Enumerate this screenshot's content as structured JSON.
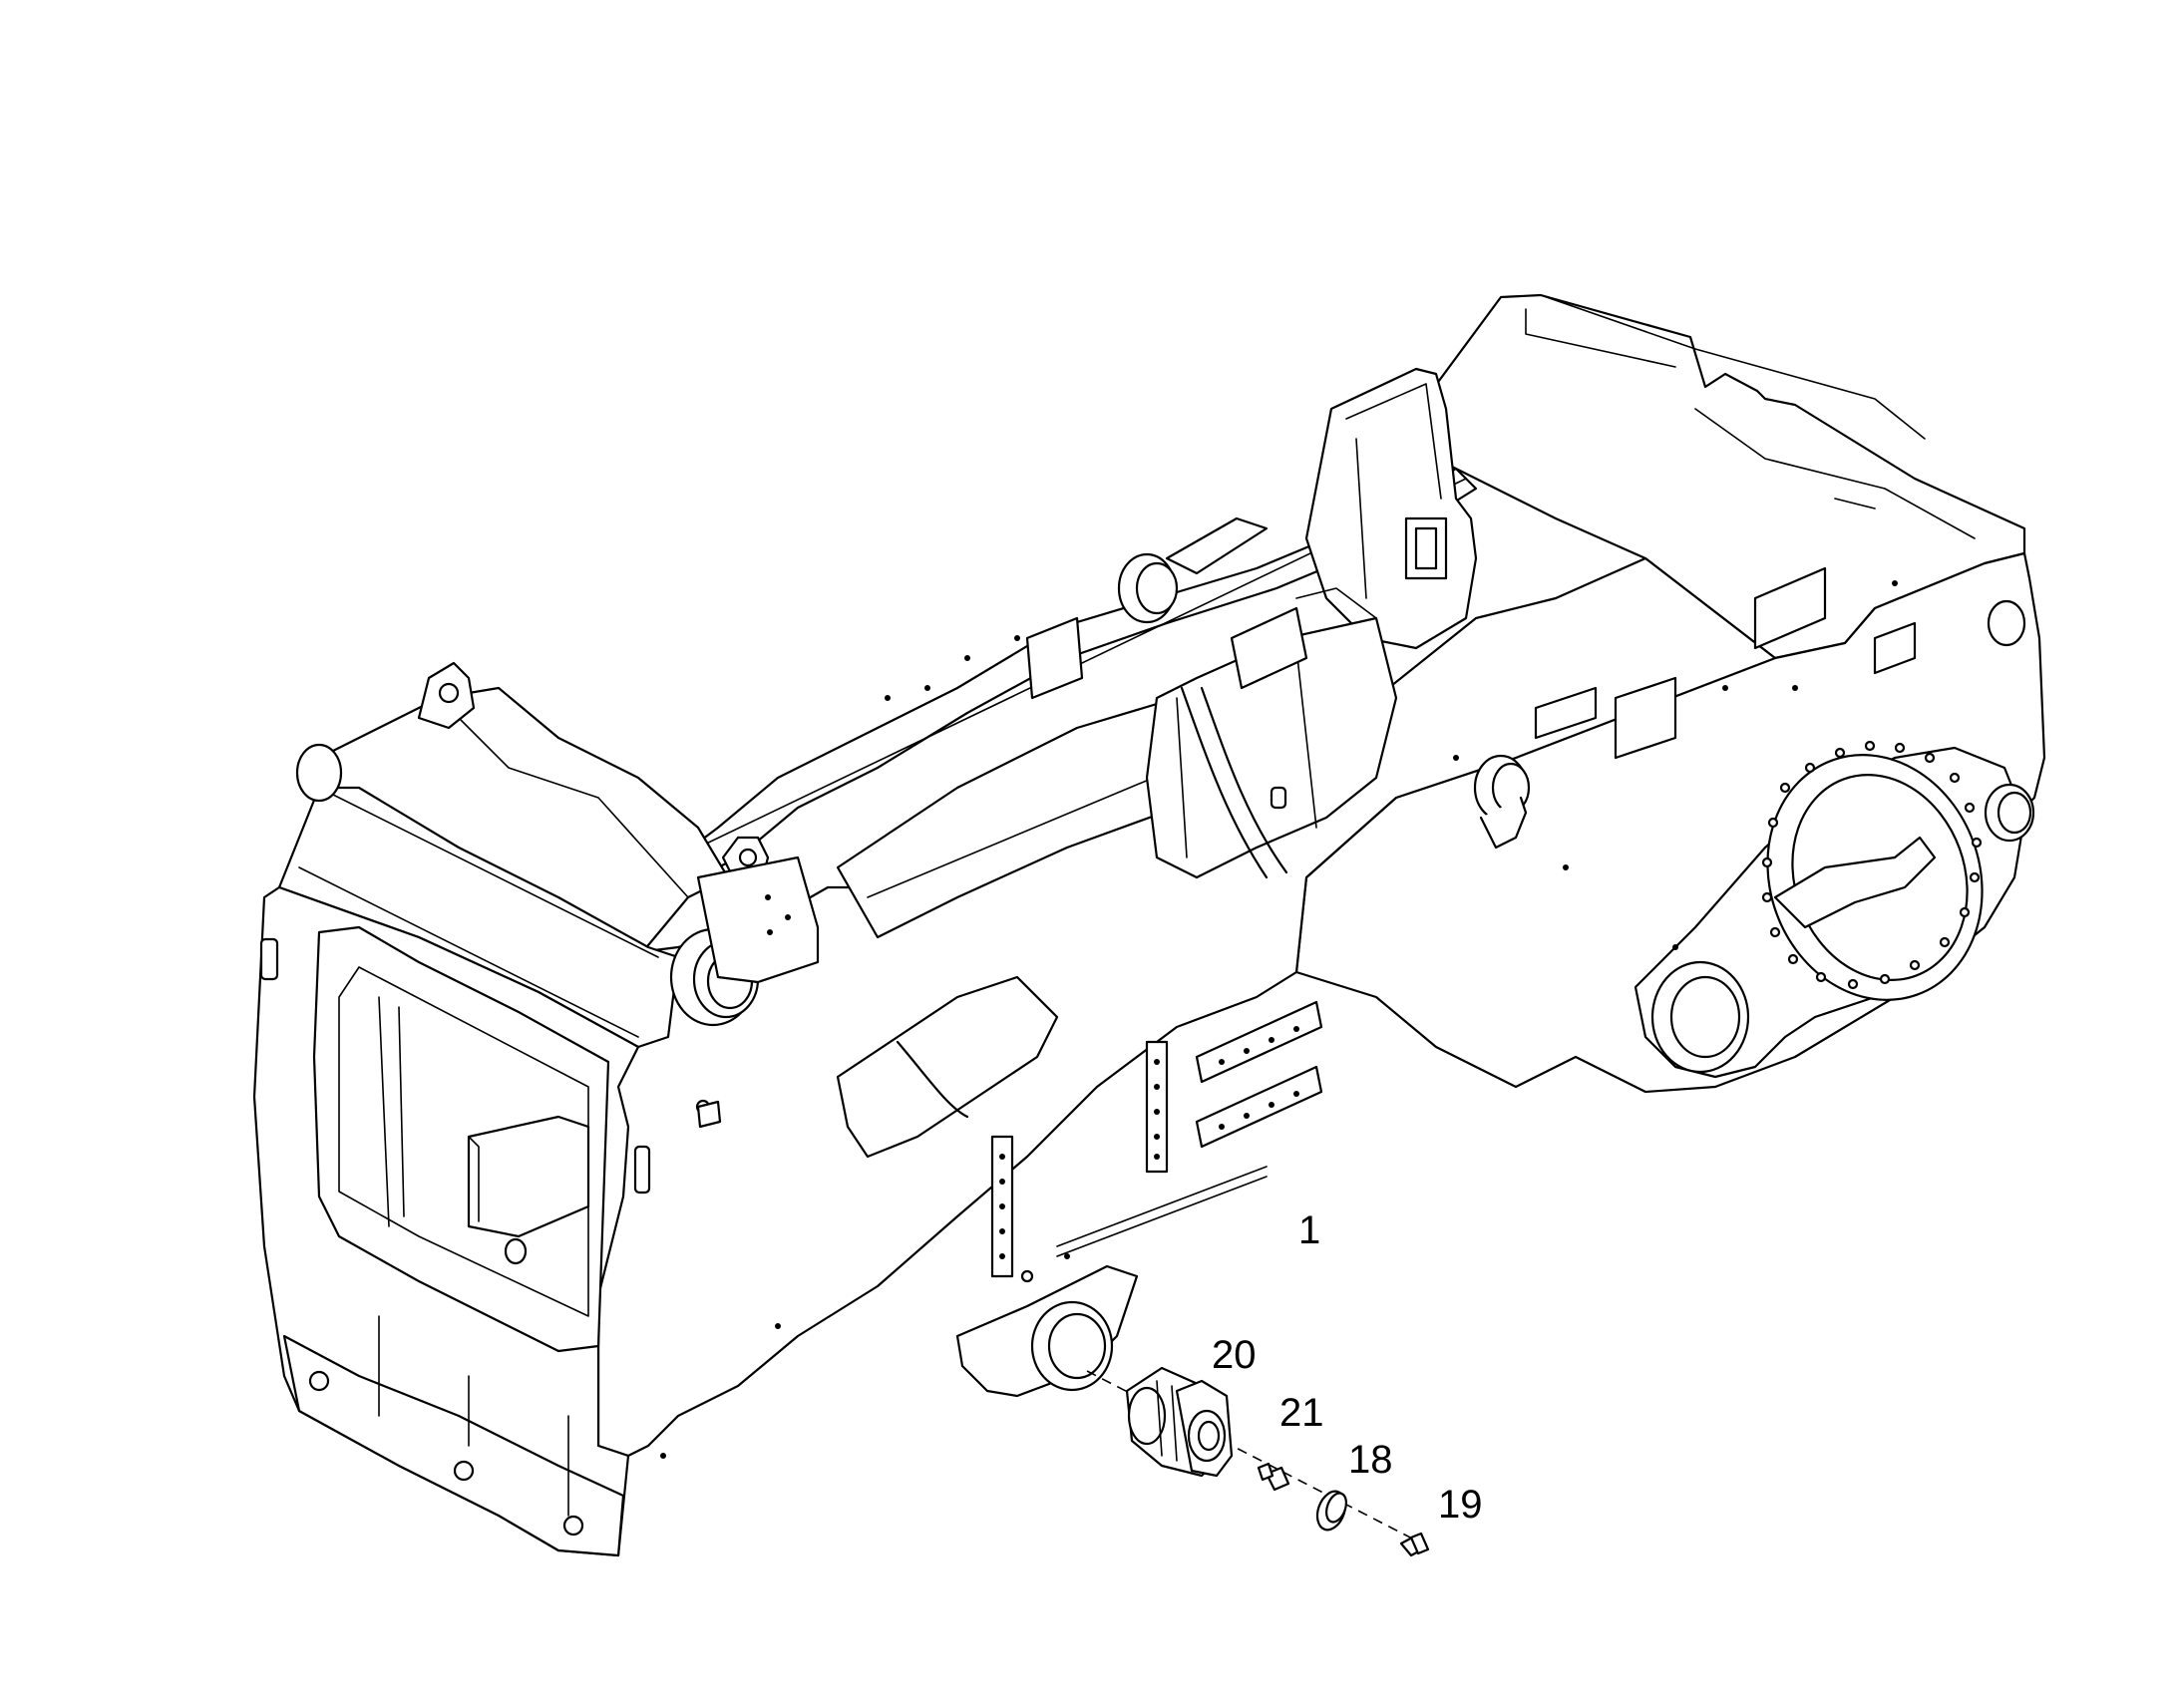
{
  "diagram": {
    "type": "exploded parts drawing",
    "background_color": "#ffffff",
    "line_color": "#000000"
  },
  "callouts": {
    "main_frame": "1",
    "part_18": "18",
    "part_19": "19",
    "part_20": "20",
    "part_21": "21"
  }
}
